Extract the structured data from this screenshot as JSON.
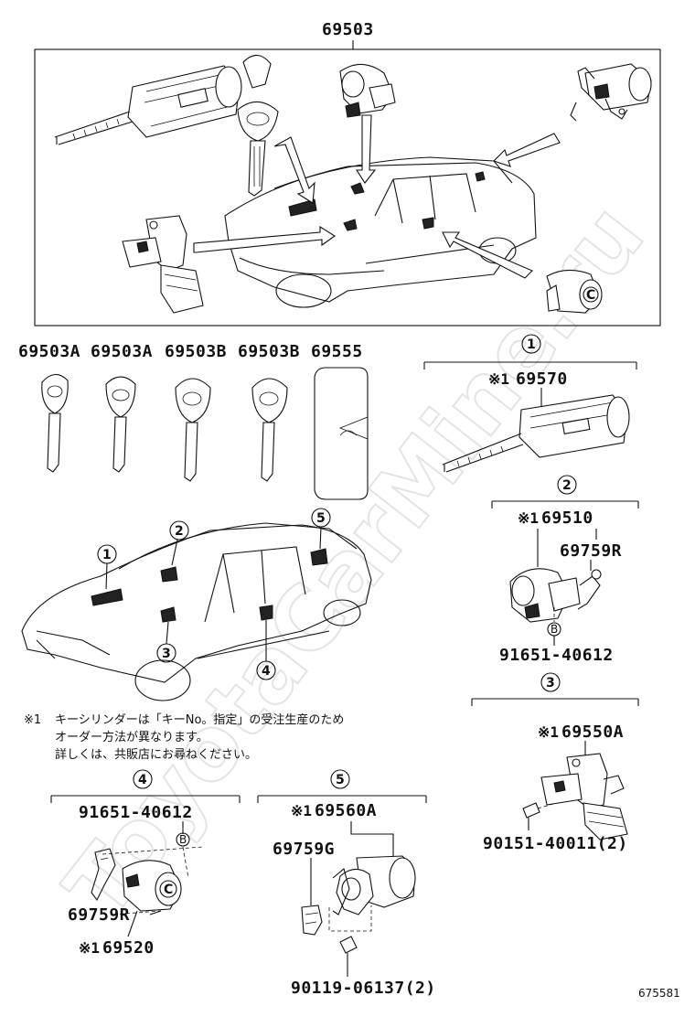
{
  "watermark": "ToyotaCarMine.ru",
  "image_ref": "675581",
  "main_assembly": {
    "part_number": "69503"
  },
  "keys": [
    {
      "part_number": "69503A"
    },
    {
      "part_number": "69503A"
    },
    {
      "part_number": "69503B"
    },
    {
      "part_number": "69503B"
    },
    {
      "part_number": "69555"
    }
  ],
  "location_markers": [
    "1",
    "2",
    "3",
    "4",
    "5"
  ],
  "note": {
    "mark": "※1",
    "lines": [
      "キーシリンダーは「キーNo。指定」の受注生産のため",
      "オーダー方法が異なります。",
      "詳しくは、共販店にお尋ねください。"
    ]
  },
  "groups": [
    {
      "id": "1",
      "parts": [
        {
          "mark": "※1",
          "part_number": "69570"
        }
      ]
    },
    {
      "id": "2",
      "parts": [
        {
          "mark": "※1",
          "part_number": "69510"
        },
        {
          "part_number": "69759R"
        },
        {
          "part_number": "91651-40612",
          "callout": "B"
        }
      ]
    },
    {
      "id": "3",
      "parts": [
        {
          "mark": "※1",
          "part_number": "69550A"
        },
        {
          "part_number": "90151-40011(2)"
        }
      ]
    },
    {
      "id": "4",
      "parts": [
        {
          "part_number": "91651-40612",
          "callout": "B"
        },
        {
          "part_number": "69759R"
        },
        {
          "mark": "※1",
          "part_number": "69520",
          "callout": "C"
        }
      ]
    },
    {
      "id": "5",
      "parts": [
        {
          "mark": "※1",
          "part_number": "69560A"
        },
        {
          "part_number": "69759G"
        },
        {
          "part_number": "90119-06137(2)"
        }
      ]
    }
  ],
  "main_callout": "C"
}
